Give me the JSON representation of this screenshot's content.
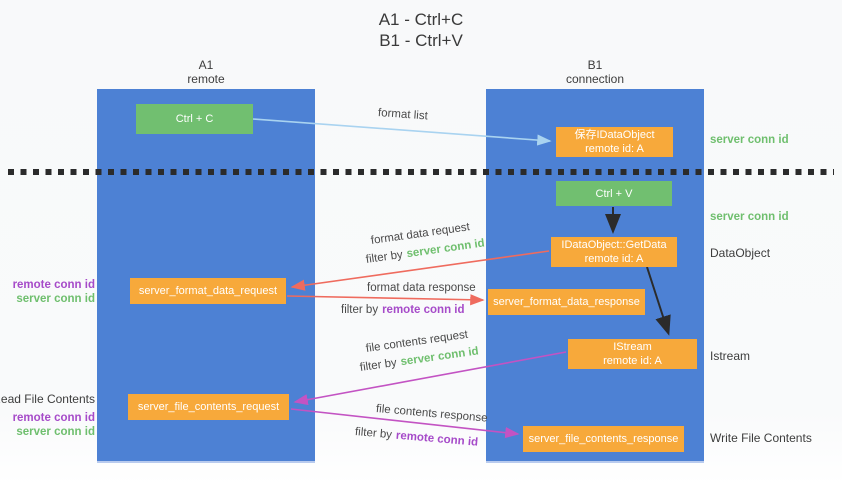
{
  "title": {
    "line1": "A1 - Ctrl+C",
    "line2": "B1 - Ctrl+V"
  },
  "lanes": {
    "left": {
      "title": "A1",
      "subtitle": "remote"
    },
    "right": {
      "title": "B1",
      "subtitle": "connection"
    }
  },
  "nodes": {
    "ctrl_c": {
      "label": "Ctrl + C"
    },
    "save_obj": {
      "line1": "保存IDataObject",
      "line2": "remote id: A"
    },
    "ctrl_v": {
      "label": "Ctrl + V"
    },
    "getdata": {
      "line1": "IDataObject::GetData",
      "line2": "remote id: A"
    },
    "format_request": {
      "label": "server_format_data_request"
    },
    "format_response": {
      "label": "server_format_data_response"
    },
    "istream": {
      "line1": "IStream",
      "line2": "remote id: A"
    },
    "file_request": {
      "label": "server_file_contents_request"
    },
    "file_response": {
      "label": "server_file_contents_response"
    }
  },
  "edge_labels": {
    "format_list": "format list",
    "format_data_request": "format data request",
    "format_data_request_filter": {
      "prefix": "filter by",
      "keyword": "server conn id"
    },
    "format_data_response": "format data response",
    "format_data_response_filter": {
      "prefix": "filter by",
      "keyword": "remote conn id"
    },
    "file_contents_request": "file contents request",
    "file_contents_request_filter": {
      "prefix": "filter by",
      "keyword": "server conn id"
    },
    "file_contents_response": "file contents response",
    "file_contents_response_filter": {
      "prefix": "filter by",
      "keyword": "remote conn id"
    }
  },
  "annotations": {
    "right_server_conn_top": "server conn id",
    "right_server_conn_mid": "server conn id",
    "right_dataobject": "DataObject",
    "right_istream": "Istream",
    "right_write_file": "Write File Contents",
    "left_remote_conn_1": "remote conn id",
    "left_server_conn_1": "server conn id",
    "left_read_file": "Read File Contents",
    "left_remote_conn_2": "remote conn id",
    "left_server_conn_2": "server conn id"
  },
  "colors": {
    "lane_blue": "#4d81d4",
    "node_green": "#71bf70",
    "node_orange": "#f7a93b",
    "arrow_light_blue": "#a9d3f0",
    "arrow_red": "#ef6b5e",
    "arrow_magenta": "#c353c3",
    "arrow_black": "#2b2b2b",
    "text_green": "#6fbf6e",
    "text_purple": "#a64bc9"
  }
}
